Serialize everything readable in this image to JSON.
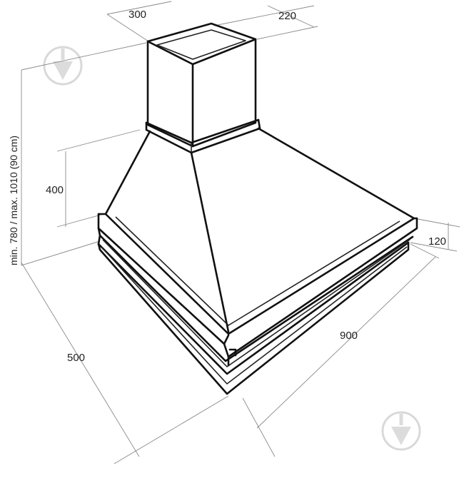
{
  "dimensions": {
    "chimney_width": "300",
    "chimney_depth": "220",
    "height_range": "min. 780 / max. 1010 (90 cm)",
    "hood_height": "400",
    "frame_height": "120",
    "hood_width": "900",
    "hood_depth": "500"
  },
  "colors": {
    "line": "#111111",
    "dimension_text": "#222222",
    "extension_line": "#8a8a8a",
    "watermark": "#dcdcdc"
  },
  "icons": [
    "watermark-logo-icon"
  ]
}
